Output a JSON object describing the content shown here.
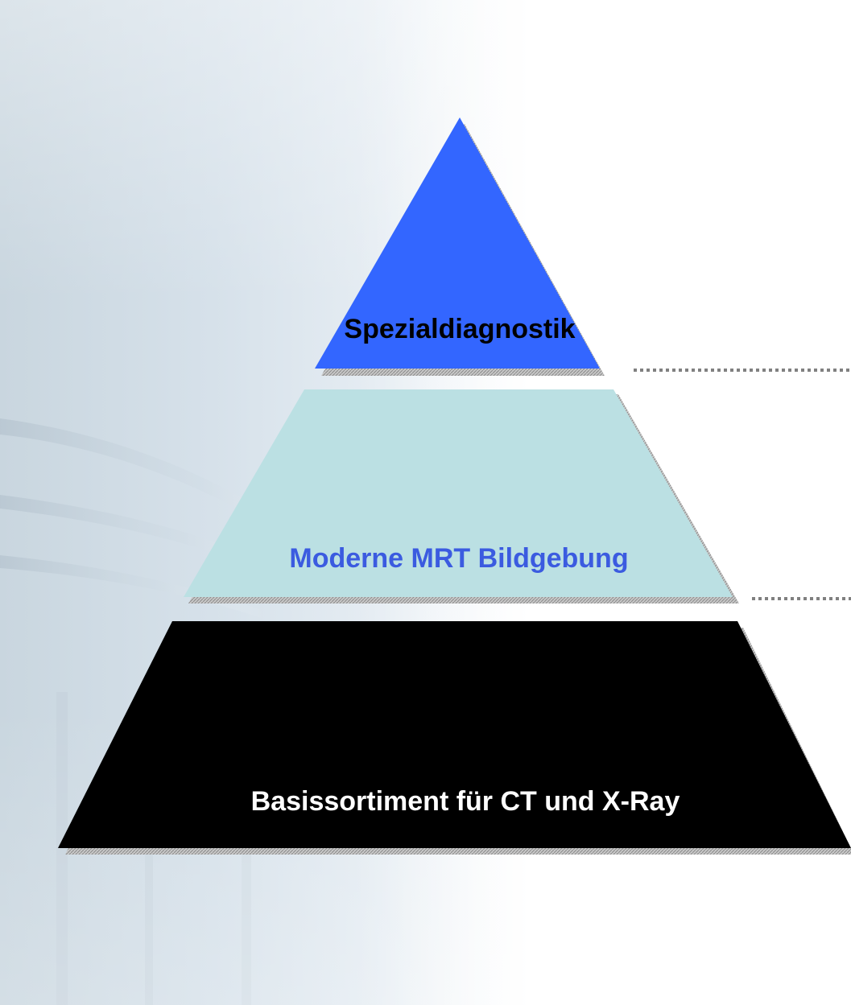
{
  "pyramid": {
    "tiers": [
      {
        "label": "Spezialdiagnostik",
        "fill": "#3366ff",
        "text_color": "#000000"
      },
      {
        "label": "Moderne MRT Bildgebung",
        "fill": "#bbe0e3",
        "text_color": "#3b5be0"
      },
      {
        "label": "Basissortiment für CT und X-Ray",
        "fill": "#000000",
        "text_color": "#ffffff"
      }
    ]
  },
  "colors": {
    "background_tint": "#dde7ef",
    "shadow": "#9a9a9a",
    "connector": "#808080"
  }
}
